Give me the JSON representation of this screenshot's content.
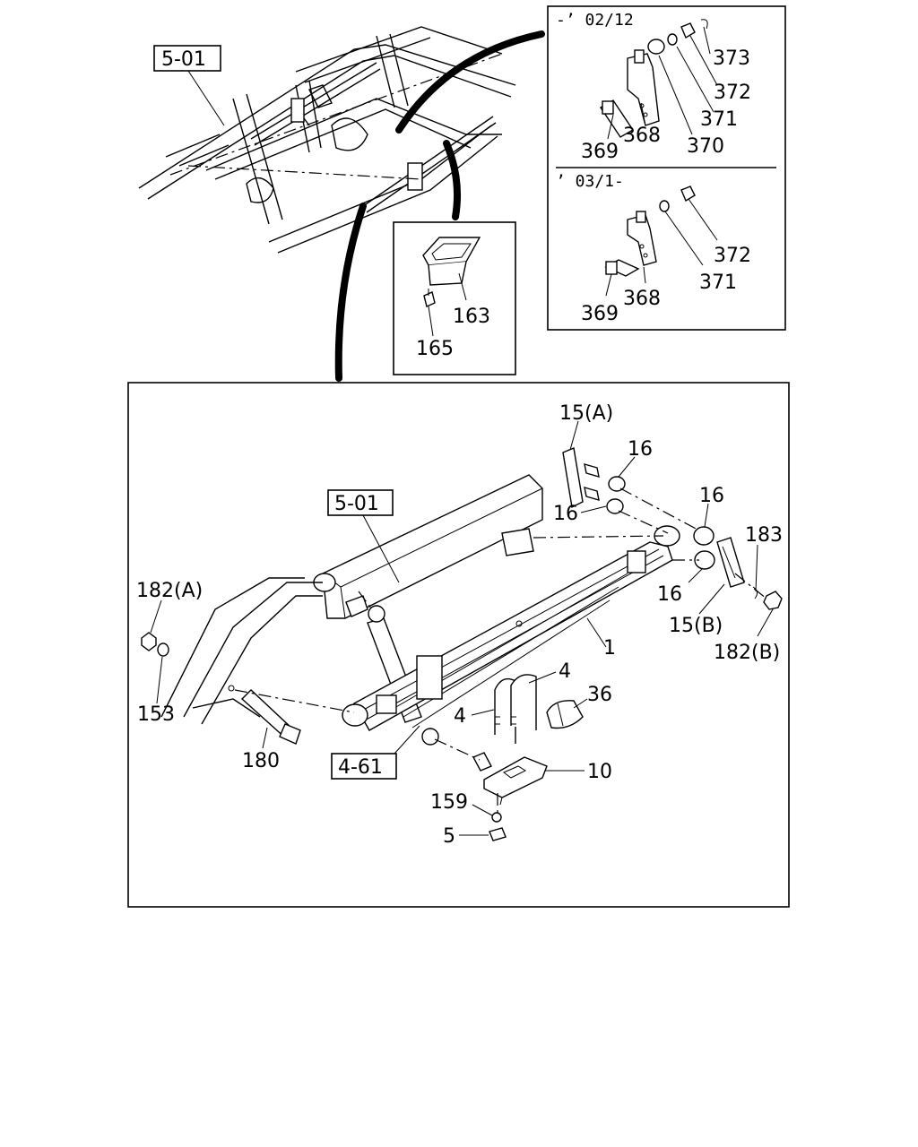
{
  "refs": {
    "frame_top": "5-01",
    "frame_main": "5-01",
    "shock": "4-61"
  },
  "inset_top": {
    "range_a": "-’ 02/12",
    "range_b": "’ 03/1-"
  },
  "labels": {
    "p373": "373",
    "p372a": "372",
    "p371a": "371",
    "p370": "370",
    "p369a": "369",
    "p368a": "368",
    "p372b": "372",
    "p371b": "371",
    "p369b": "369",
    "p368b": "368",
    "p163": "163",
    "p165": "165",
    "p15a": "15(A)",
    "p16a": "16",
    "p16b": "16",
    "p16c": "16",
    "p16d": "16",
    "p183": "183",
    "p15b": "15(B)",
    "p182b": "182(B)",
    "p182a": "182(A)",
    "p153": "153",
    "p1": "1",
    "p4a": "4",
    "p4b": "4",
    "p36": "36",
    "p180": "180",
    "p10": "10",
    "p159": "159",
    "p5": "5"
  }
}
